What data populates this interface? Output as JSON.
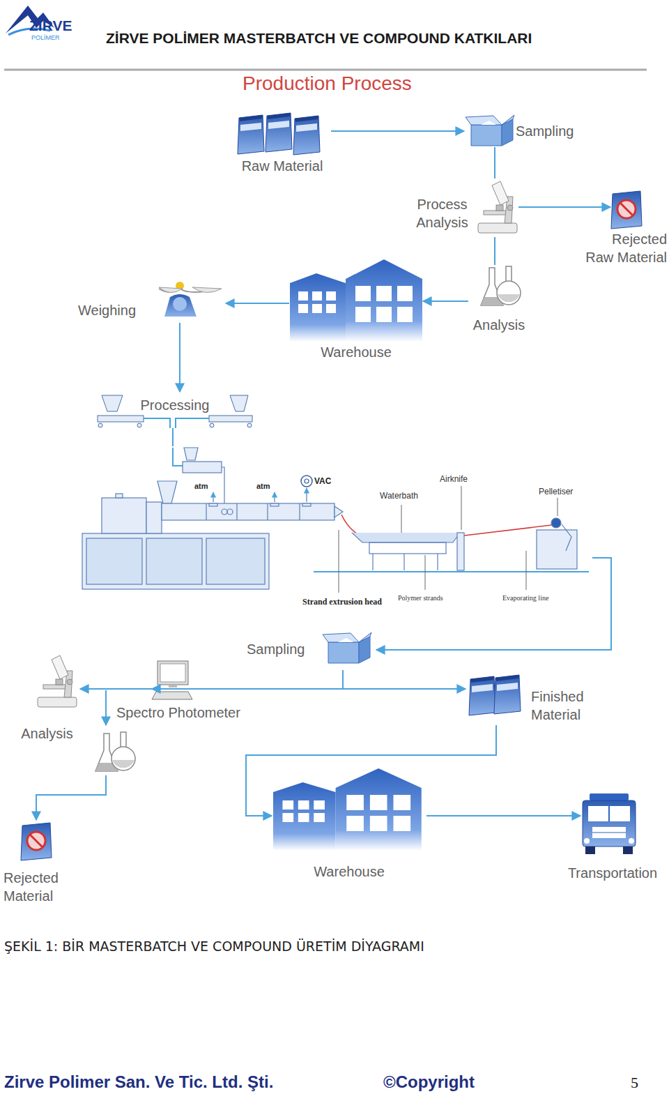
{
  "diagram": {
    "title": "Production Process",
    "caption": "ŞEKİL 1: BİR MASTERBATCH VE COMPOUND ÜRETİM DİYAGRAMI",
    "nodes": [
      {
        "text": [
          "Raw Material"
        ]
      },
      {
        "text": [
          "Sampling"
        ]
      },
      {
        "text": [
          "Process Analysis"
        ]
      },
      {
        "text": [
          "Rejected Raw Material"
        ]
      },
      {
        "text": [
          "Weighing"
        ]
      },
      {
        "text": [
          "Warehouse"
        ]
      },
      {
        "text": [
          "Analysis"
        ]
      },
      {
        "text": [
          "Processing"
        ]
      },
      {
        "text": [
          "atm",
          "atm",
          "VAC",
          "Waterbath",
          "Airknife",
          "Pelletiser",
          "Strand extrusion head",
          "Polymer strands",
          "Evaporating line"
        ]
      },
      {
        "text": [
          "Sampling"
        ]
      },
      {
        "text": [
          "Analysis"
        ]
      },
      {
        "text": [
          "Spectro Photometer"
        ]
      },
      {
        "text": [
          "Finished Material"
        ]
      },
      {
        "text": [
          "Rejected Material"
        ]
      },
      {
        "text": [
          "Warehouse"
        ]
      },
      {
        "text": [
          "Transportation"
        ]
      }
    ],
    "edges": [
      {
        "from": 0,
        "to": 1,
        "arrow": "to"
      },
      {
        "from": 1,
        "to": 2,
        "arrow": "none"
      },
      {
        "from": 2,
        "to": 3,
        "arrow": "to"
      },
      {
        "from": 2,
        "to": 6,
        "arrow": "none"
      },
      {
        "from": 6,
        "to": 5,
        "arrow": "to"
      },
      {
        "from": 5,
        "to": 4,
        "arrow": "to"
      },
      {
        "from": 4,
        "to": 7,
        "arrow": "to"
      },
      {
        "from": 7,
        "to": 8,
        "arrow": "none"
      },
      {
        "from": 8,
        "to": 9,
        "arrow": "to"
      },
      {
        "from": 9,
        "to": 10,
        "arrow": "to"
      },
      {
        "from": 9,
        "to": 11,
        "arrow": "to"
      },
      {
        "from": 9,
        "to": 12,
        "arrow": "to"
      },
      {
        "from": 10,
        "to": 13,
        "arrow": "to"
      },
      {
        "from": 12,
        "to": 14,
        "arrow": "to"
      },
      {
        "from": 14,
        "to": 15,
        "arrow": "to"
      }
    ],
    "labels": [
      "ZİRVE",
      "POLİMER",
      "ZİRVE POLİMER MASTERBATCH VE COMPOUND KATKILARI",
      "Zirve Polimer San. Ve Tic. Ltd. Şti.",
      "©Copyright",
      "5"
    ]
  }
}
